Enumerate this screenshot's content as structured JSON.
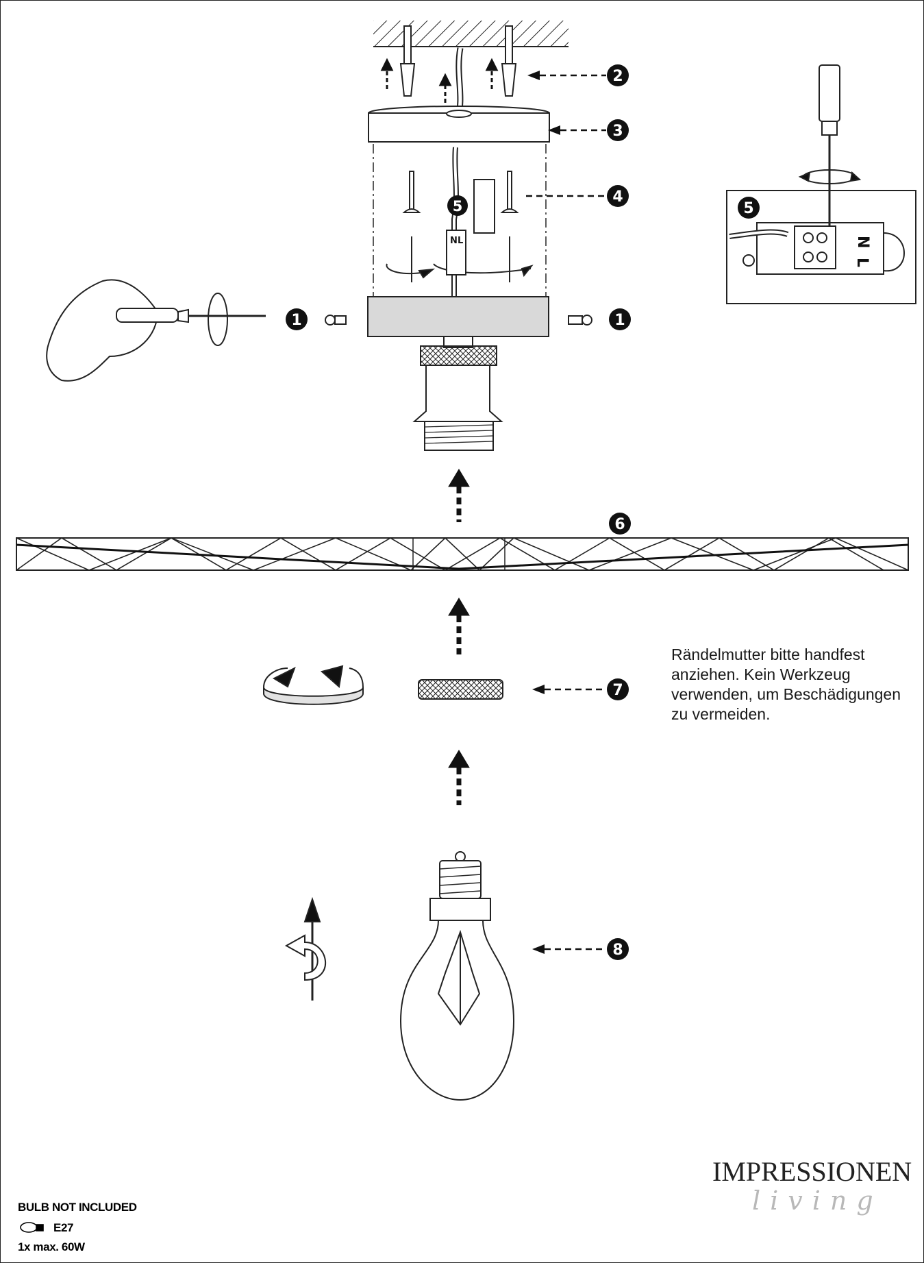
{
  "steps": {
    "s1_left": "1",
    "s1_right": "1",
    "s2": "2",
    "s3": "3",
    "s4": "4",
    "s5_main": "5",
    "s5_detail": "5",
    "s6": "6",
    "s7": "7",
    "s8": "8"
  },
  "terminal_labels": {
    "n": "N",
    "l": "L",
    "detail_n": "N",
    "detail_l": "L"
  },
  "instruction_lines": [
    "Rändelmutter bitte handfest",
    "anziehen. Kein Werkzeug",
    "verwenden, um Beschädigungen",
    "zu vermeiden."
  ],
  "bulb_info": {
    "line1": "BULB NOT INCLUDED",
    "socket": "E27",
    "max": "1x max. 60W"
  },
  "brand": {
    "name": "IMPRESSIONEN",
    "sub": "living"
  },
  "icons": [
    "screwdriver-hand-icon",
    "screw-icon",
    "dowel-icon",
    "rotation-arrow-icon",
    "lamp-socket-icon",
    "bulb-icon"
  ],
  "colors": {
    "line": "#1a1a1a",
    "badge": "#111111",
    "canopy_base": "#d9d9d9",
    "brand_sub": "#b8b8b8"
  }
}
